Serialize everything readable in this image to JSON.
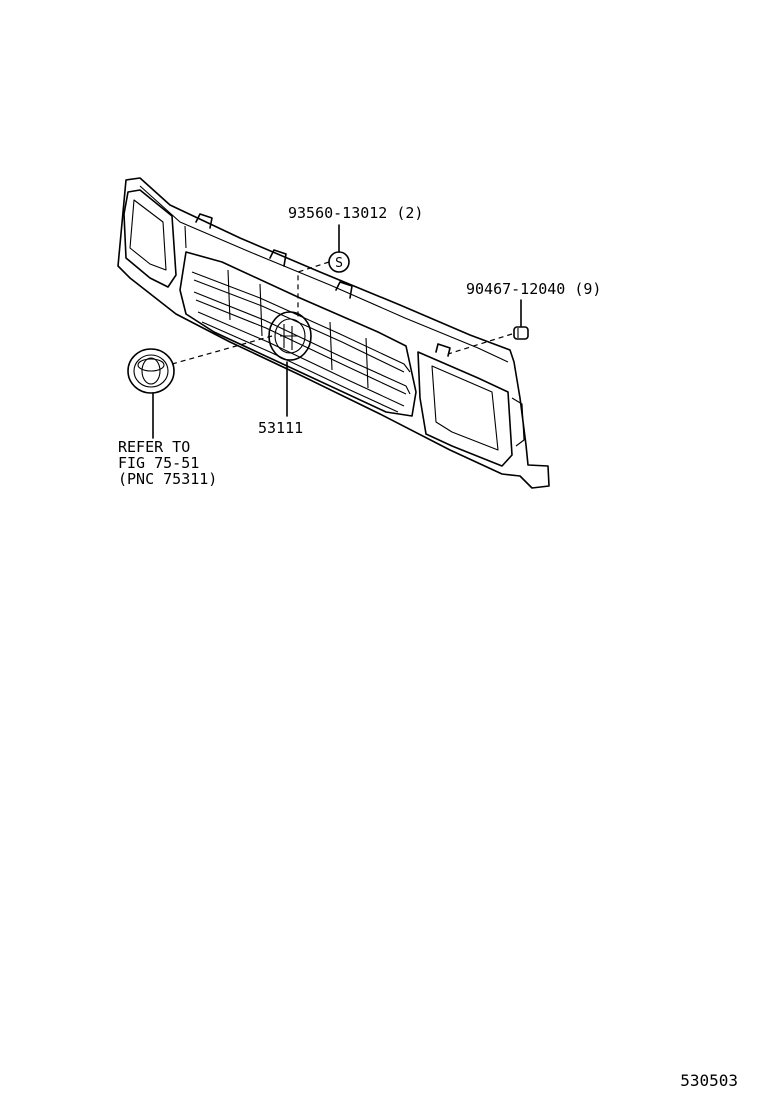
{
  "callouts": {
    "screw": {
      "part_number": "93560-13012",
      "qty": "(2)",
      "symbol": "S"
    },
    "clip": {
      "part_number": "90467-12040",
      "qty": "(9)"
    },
    "grille": {
      "part_number": "53111"
    },
    "emblem_ref": {
      "line1": "REFER TO",
      "line2": "FIG 75-51",
      "line3": "(PNC 75311)"
    }
  },
  "diagram_id": "530503"
}
